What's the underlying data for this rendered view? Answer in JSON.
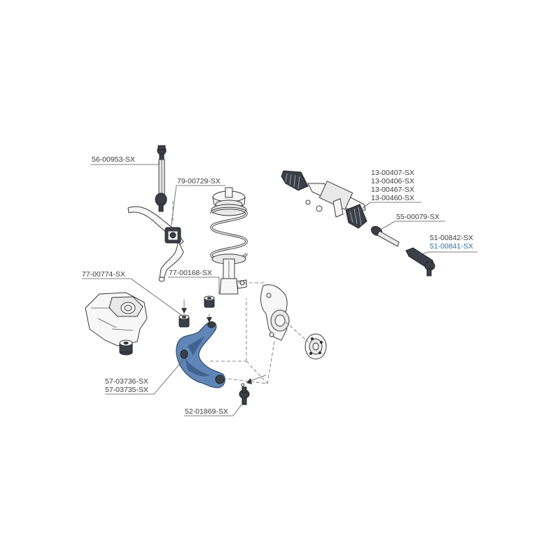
{
  "labels": {
    "stabilizer_link": "56-00953-SX",
    "stabilizer_bushing": "79-00729-SX",
    "steering_rack_boots": [
      "13-00407-SX",
      "13-00406-SX",
      "13-00467-SX",
      "13-00460-SX"
    ],
    "inner_tie_rod": "55-00079-SX",
    "tie_rod_ends": [
      "51-00842-SX",
      "51-00841-SX"
    ],
    "subframe_bushing": "77-00774-SX",
    "arm_rear_bushing": "77-00168-SX",
    "control_arms": [
      "57-03736-SX",
      "57-03735-SX"
    ],
    "ball_joint": "52-01869-SX"
  },
  "colors": {
    "highlight_part": "#5f86b7",
    "highlight_label": "#2b6ea3",
    "line_art": "#3a3a3a"
  }
}
